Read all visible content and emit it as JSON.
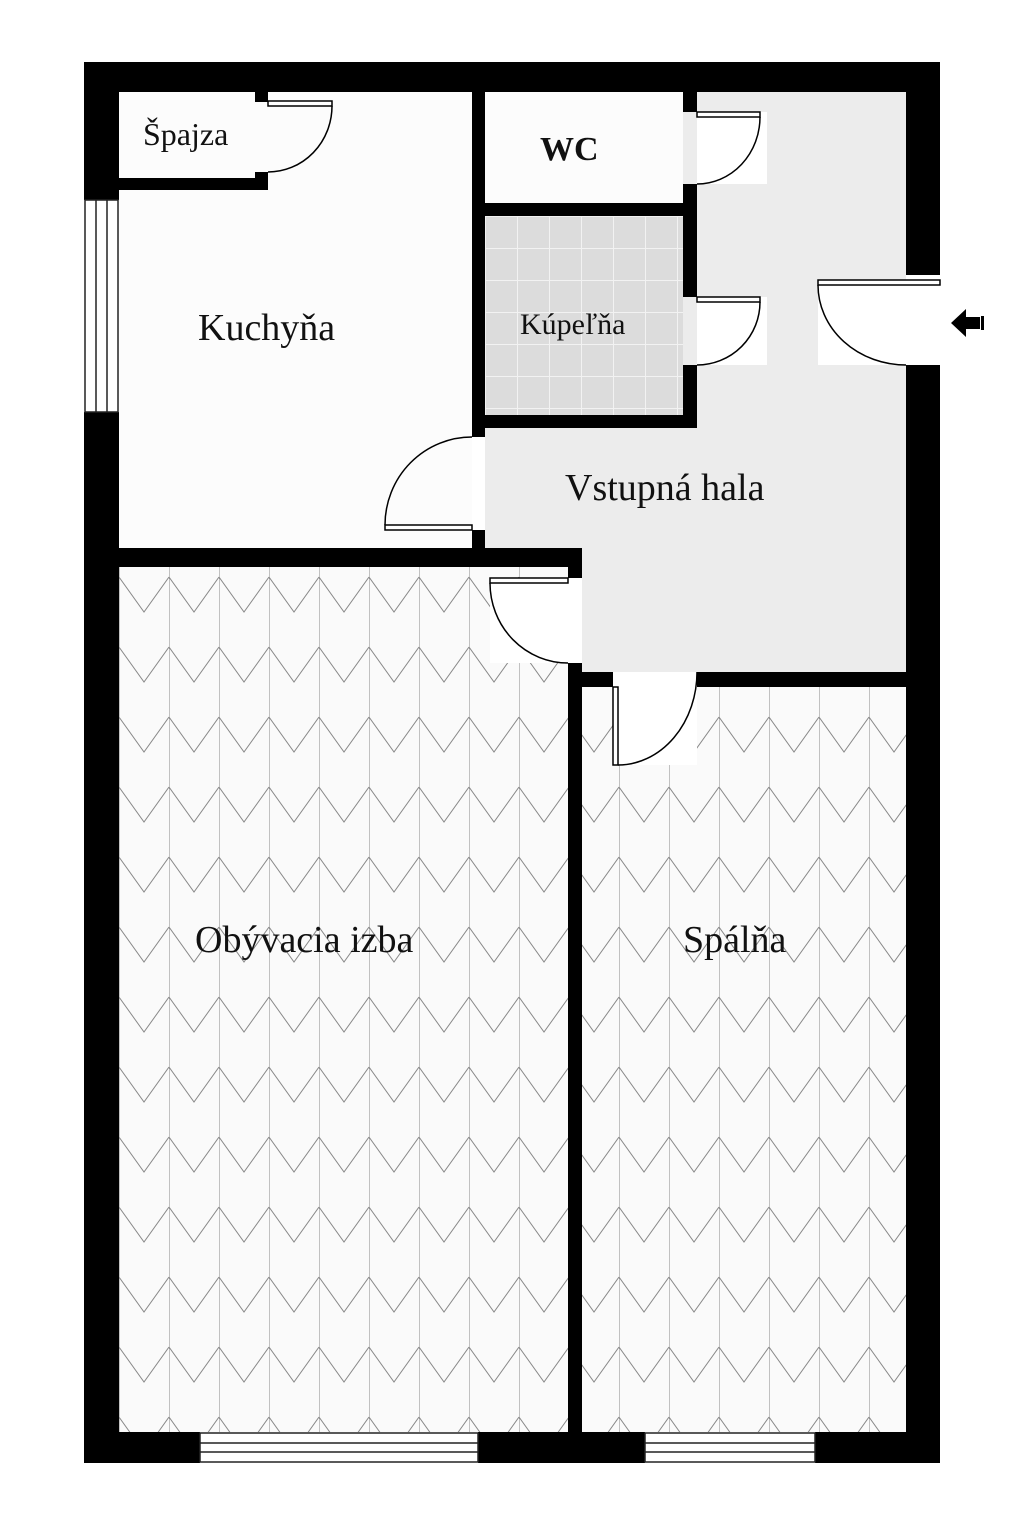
{
  "plan": {
    "rooms": {
      "pantry": "Špajza",
      "kitchen": "Kuchyňa",
      "wc": "WC",
      "bathroom": "Kúpeľňa",
      "hall": "Vstupná hala",
      "living": "Obývacia izba",
      "bedroom": "Spálňa"
    },
    "entrance_icon": "arrow-left-icon",
    "colors": {
      "wall": "#000000",
      "hall_floor": "#ececec",
      "tile_floor": "#dcdcdc",
      "parquet_line": "#888888"
    }
  }
}
